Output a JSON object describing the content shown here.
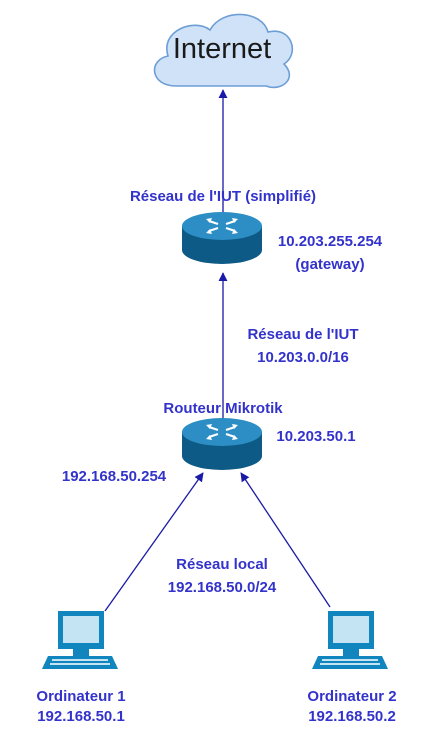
{
  "cloud": {
    "label": "Internet"
  },
  "iut_router": {
    "title": "Réseau de l'IUT (simplifié)",
    "ip": "10.203.255.254",
    "note": "(gateway)"
  },
  "iut_network": {
    "name": "Réseau de l'IUT",
    "subnet": "10.203.0.0/16"
  },
  "mikrotik": {
    "title": "Routeur Mikrotik",
    "wan_ip": "10.203.50.1",
    "lan_ip": "192.168.50.254"
  },
  "local_network": {
    "name": "Réseau local",
    "subnet": "192.168.50.0/24"
  },
  "computers": [
    {
      "name": "Ordinateur 1",
      "ip": "192.168.50.1"
    },
    {
      "name": "Ordinateur 2",
      "ip": "192.168.50.2"
    }
  ],
  "colors": {
    "text": "#3333cc",
    "link": "#1a1aa8",
    "cloud_fill": "#cfe2f8",
    "cloud_stroke": "#6d9ed6",
    "router_dark": "#0d5a86",
    "router_light": "#2c8ec4",
    "pc_body": "#1185bd",
    "pc_screen": "#c4e3f3"
  }
}
